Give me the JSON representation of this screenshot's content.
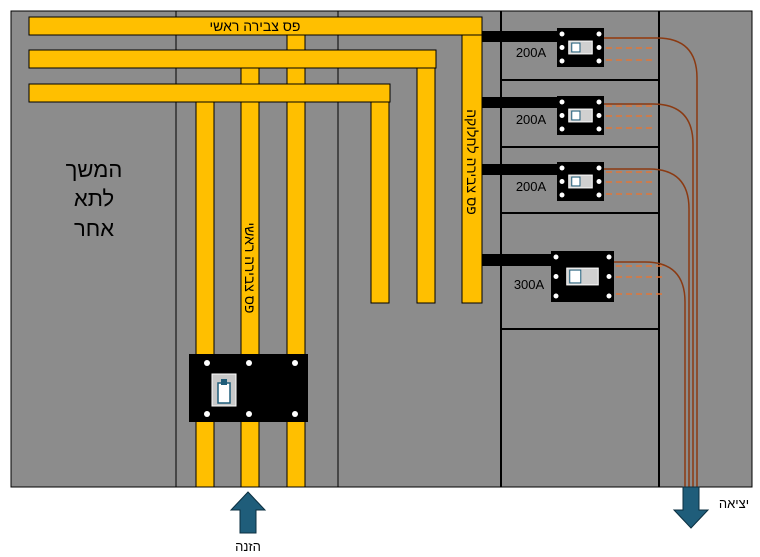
{
  "colors": {
    "cabinet_bg": "#8c8c8c",
    "busbar": "#ffbf00",
    "breaker_body": "#000000",
    "cable": "#8b3a12",
    "arrow": "#1f5d7a"
  },
  "labels": {
    "main_busbar_horizontal": "פס צבירה ראשי",
    "main_busbar_vertical": "פס צבירה ראשי",
    "distribution_busbar": "פס צבירה לחלוקה",
    "continuation": [
      "המשך",
      "לתא",
      "אחר"
    ],
    "input": "הזנה",
    "output": "יציאה"
  },
  "feeders": [
    {
      "rating": "200A"
    },
    {
      "rating": "200A"
    },
    {
      "rating": "200A"
    },
    {
      "rating": "300A"
    }
  ],
  "icons": {
    "main_breaker": "main-breaker-icon",
    "feeder_breaker": "feeder-breaker-icon",
    "input_arrow": "arrow-up-icon",
    "output_arrow": "arrow-down-icon"
  }
}
